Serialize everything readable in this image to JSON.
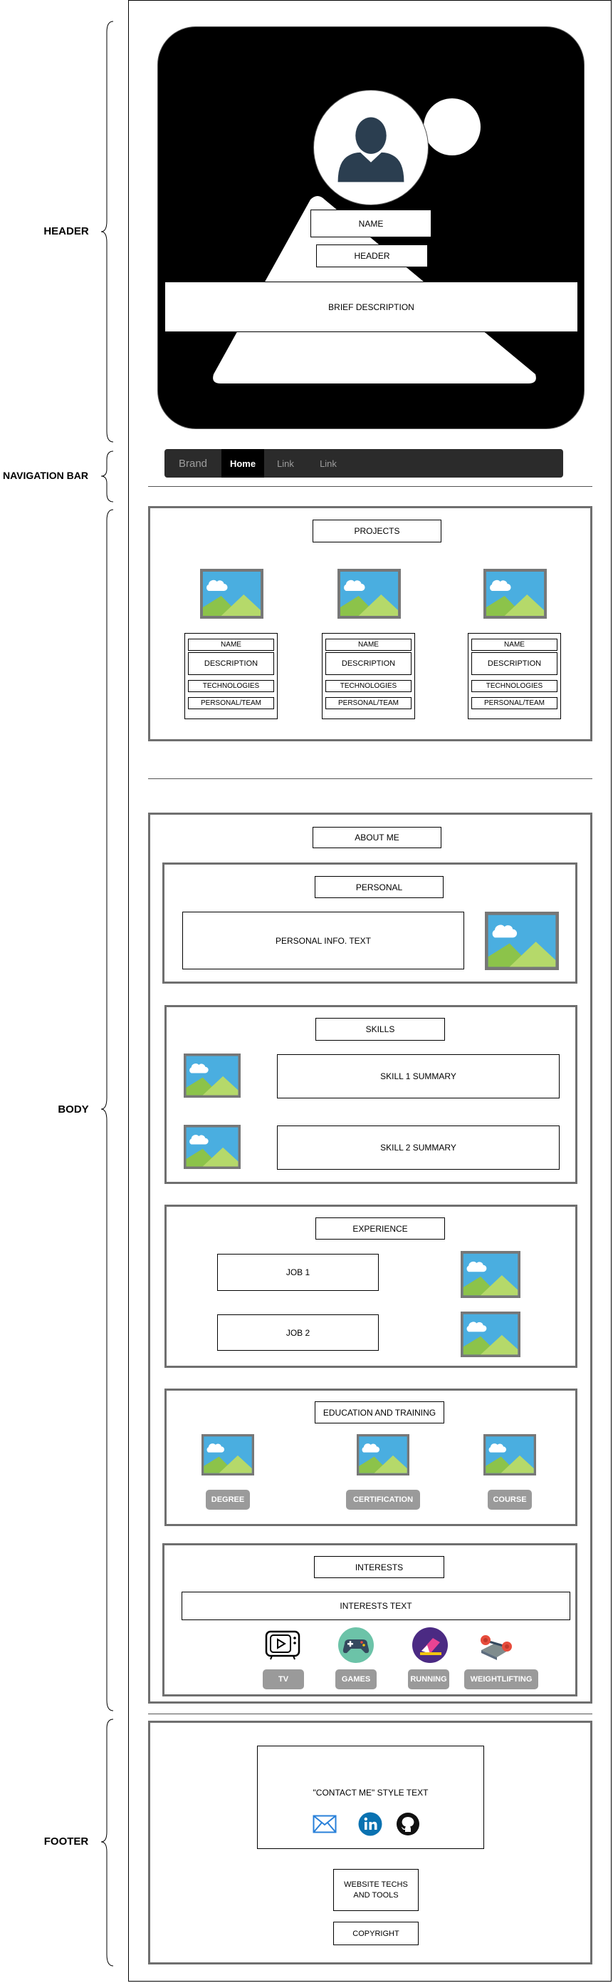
{
  "side_labels": {
    "header": "HEADER",
    "nav": "NAVIGATION BAR",
    "body": "BODY",
    "footer": "FOOTER"
  },
  "header": {
    "name": "NAME",
    "header": "HEADER",
    "brief": "BRIEF DESCRIPTION"
  },
  "navbar": {
    "brand": "Brand",
    "home": "Home",
    "link1": "Link",
    "link2": "Link"
  },
  "projects": {
    "title": "PROJECTS",
    "card_fields": [
      "NAME",
      "DESCRIPTION",
      "TECHNOLOGIES",
      "PERSONAL/TEAM"
    ]
  },
  "about": {
    "title": "ABOUT ME",
    "personal": {
      "title": "PERSONAL",
      "text": "PERSONAL INFO. TEXT"
    },
    "skills": {
      "title": "SKILLS",
      "skill1": "SKILL 1 SUMMARY",
      "skill2": "SKILL 2 SUMMARY"
    },
    "experience": {
      "title": "EXPERIENCE",
      "job1": "JOB 1",
      "job2": "JOB 2"
    },
    "education": {
      "title": "EDUCATION AND TRAINING",
      "items": [
        "DEGREE",
        "CERTIFICATION",
        "COURSE"
      ]
    },
    "interests": {
      "title": "INTERESTS",
      "text": "INTERESTS TEXT",
      "items": [
        "TV",
        "GAMES",
        "RUNNING",
        "WEIGHTLIFTING"
      ]
    }
  },
  "footer": {
    "contact": "\"CONTACT ME\" STYLE TEXT",
    "techs": "WEBSITE TECHS AND TOOLS",
    "copyright": "COPYRIGHT"
  },
  "colors": {
    "frame": "#6f6f6f",
    "sky": "#4aaee0",
    "grass": "#8cc34a",
    "navbar": "#2b2b2b",
    "pill": "#9a9a9a"
  }
}
